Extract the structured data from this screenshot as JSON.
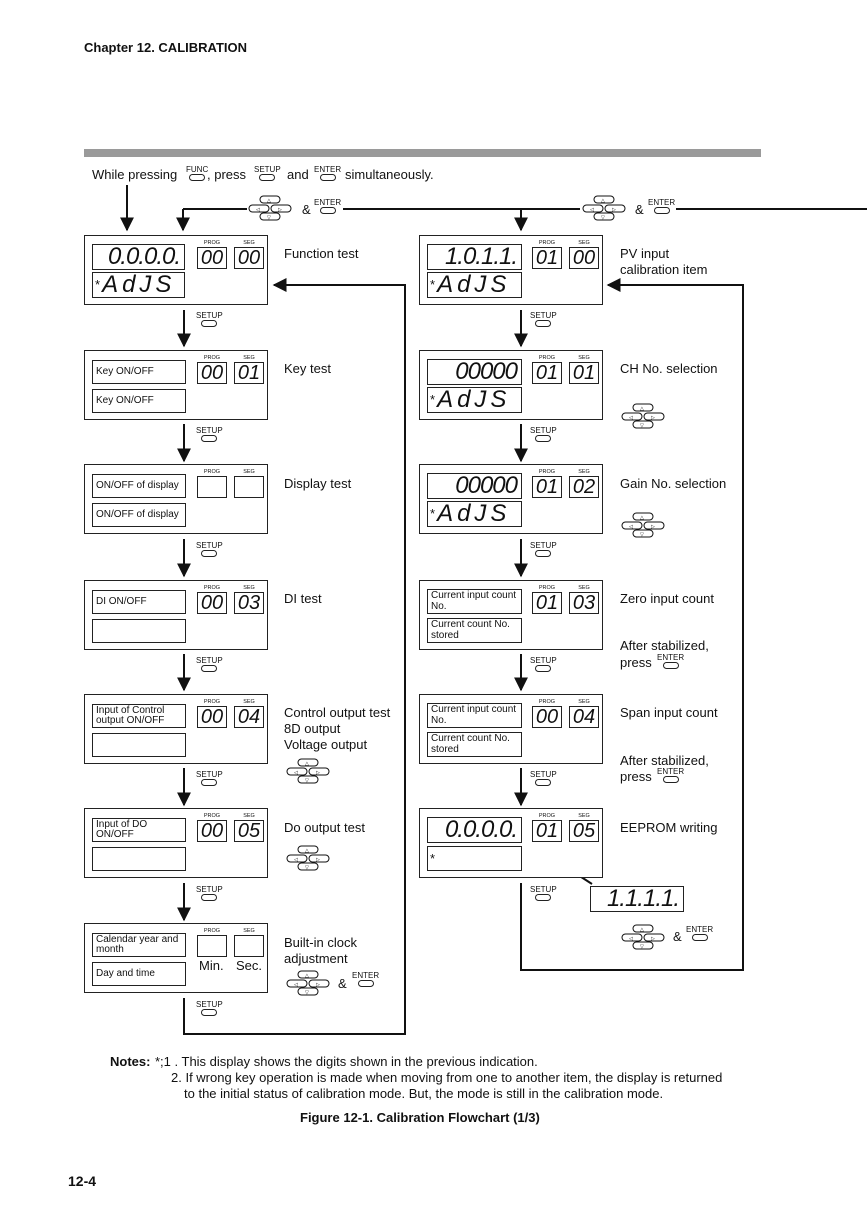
{
  "header": "Chapter 12.  CALIBRATION",
  "top_instruction": {
    "pre": "While pressing",
    "key1": "FUNC",
    "mid": ", press",
    "key2": "SETUP",
    "and": "and",
    "key3": "ENTER",
    "post": "simultaneously."
  },
  "keys": {
    "setup": "SETUP",
    "enter": "ENTER",
    "prog": "PROG",
    "seg": "SEG",
    "amp": "&"
  },
  "left_column": [
    {
      "id": "function-test",
      "label": "Function test",
      "display": "0.0.0.0.",
      "adjs": "AdJS",
      "star": "*",
      "prog": "00",
      "seg": "00"
    },
    {
      "id": "key-test",
      "label": "Key test",
      "line1": "Key ON/OFF",
      "line2": "Key ON/OFF",
      "prog": "00",
      "seg": "01"
    },
    {
      "id": "display-test",
      "label": "Display test",
      "line1": "ON/OFF of display",
      "line2": "ON/OFF of display",
      "prog": "",
      "seg": ""
    },
    {
      "id": "di-test",
      "label": "DI test",
      "line1": "DI ON/OFF",
      "line2": "",
      "prog": "00",
      "seg": "03"
    },
    {
      "id": "control-output-test",
      "label": "Control output test\n8D output\nVoltage output",
      "line1": "Input of Control output ON/OFF",
      "line2": "",
      "prog": "00",
      "seg": "04"
    },
    {
      "id": "do-output-test",
      "label": "Do output test",
      "line1": "Input of DO ON/OFF",
      "line2": "",
      "prog": "00",
      "seg": "05"
    },
    {
      "id": "built-in-clock",
      "label": "Built-in clock\nadjustment",
      "line1": "Calendar year and month",
      "line2": "Day and time",
      "prog": "",
      "seg": "",
      "min": "Min.",
      "sec": "Sec."
    }
  ],
  "right_column": [
    {
      "id": "pv-input",
      "label": "PV input\ncalibration item",
      "display": "1.0.1.1.",
      "adjs": "AdJS",
      "star": "*",
      "prog": "01",
      "seg": "00"
    },
    {
      "id": "ch-no",
      "label": "CH No. selection",
      "display": "00000",
      "adjs": "AdJS",
      "star": "*",
      "prog": "01",
      "seg": "01"
    },
    {
      "id": "gain-no",
      "label": "Gain No. selection",
      "display": "00000",
      "adjs": "AdJS",
      "star": "*",
      "prog": "01",
      "seg": "02"
    },
    {
      "id": "zero-input",
      "label": "Zero input count",
      "line1": "Current input count No.",
      "line2": "Current count No. stored",
      "prog": "01",
      "seg": "03",
      "after": "After stabilized,",
      "press": "press"
    },
    {
      "id": "span-input",
      "label": "Span input count",
      "line1": "Current input count No.",
      "line2": "Current count No. stored",
      "prog": "00",
      "seg": "04",
      "after": "After stabilized,",
      "press": "press"
    },
    {
      "id": "eeprom",
      "label": "EEPROM writing",
      "display": "0.0.0.0.",
      "star": "*",
      "prog": "01",
      "seg": "05"
    }
  ],
  "eeprom_result": "1.1.1.1.",
  "notes": {
    "title": "Notes:",
    "n1": "*;1 . This display shows the digits shown in the previous indication.",
    "n2a": "2. If wrong key operation is made when moving from one to another item, the display is returned",
    "n2b": "to the initial status of calibration mode.  But, the mode is still in the calibration mode."
  },
  "figure_caption": "Figure 12-1.  Calibration Flowchart (1/3)",
  "page_number": "12-4"
}
